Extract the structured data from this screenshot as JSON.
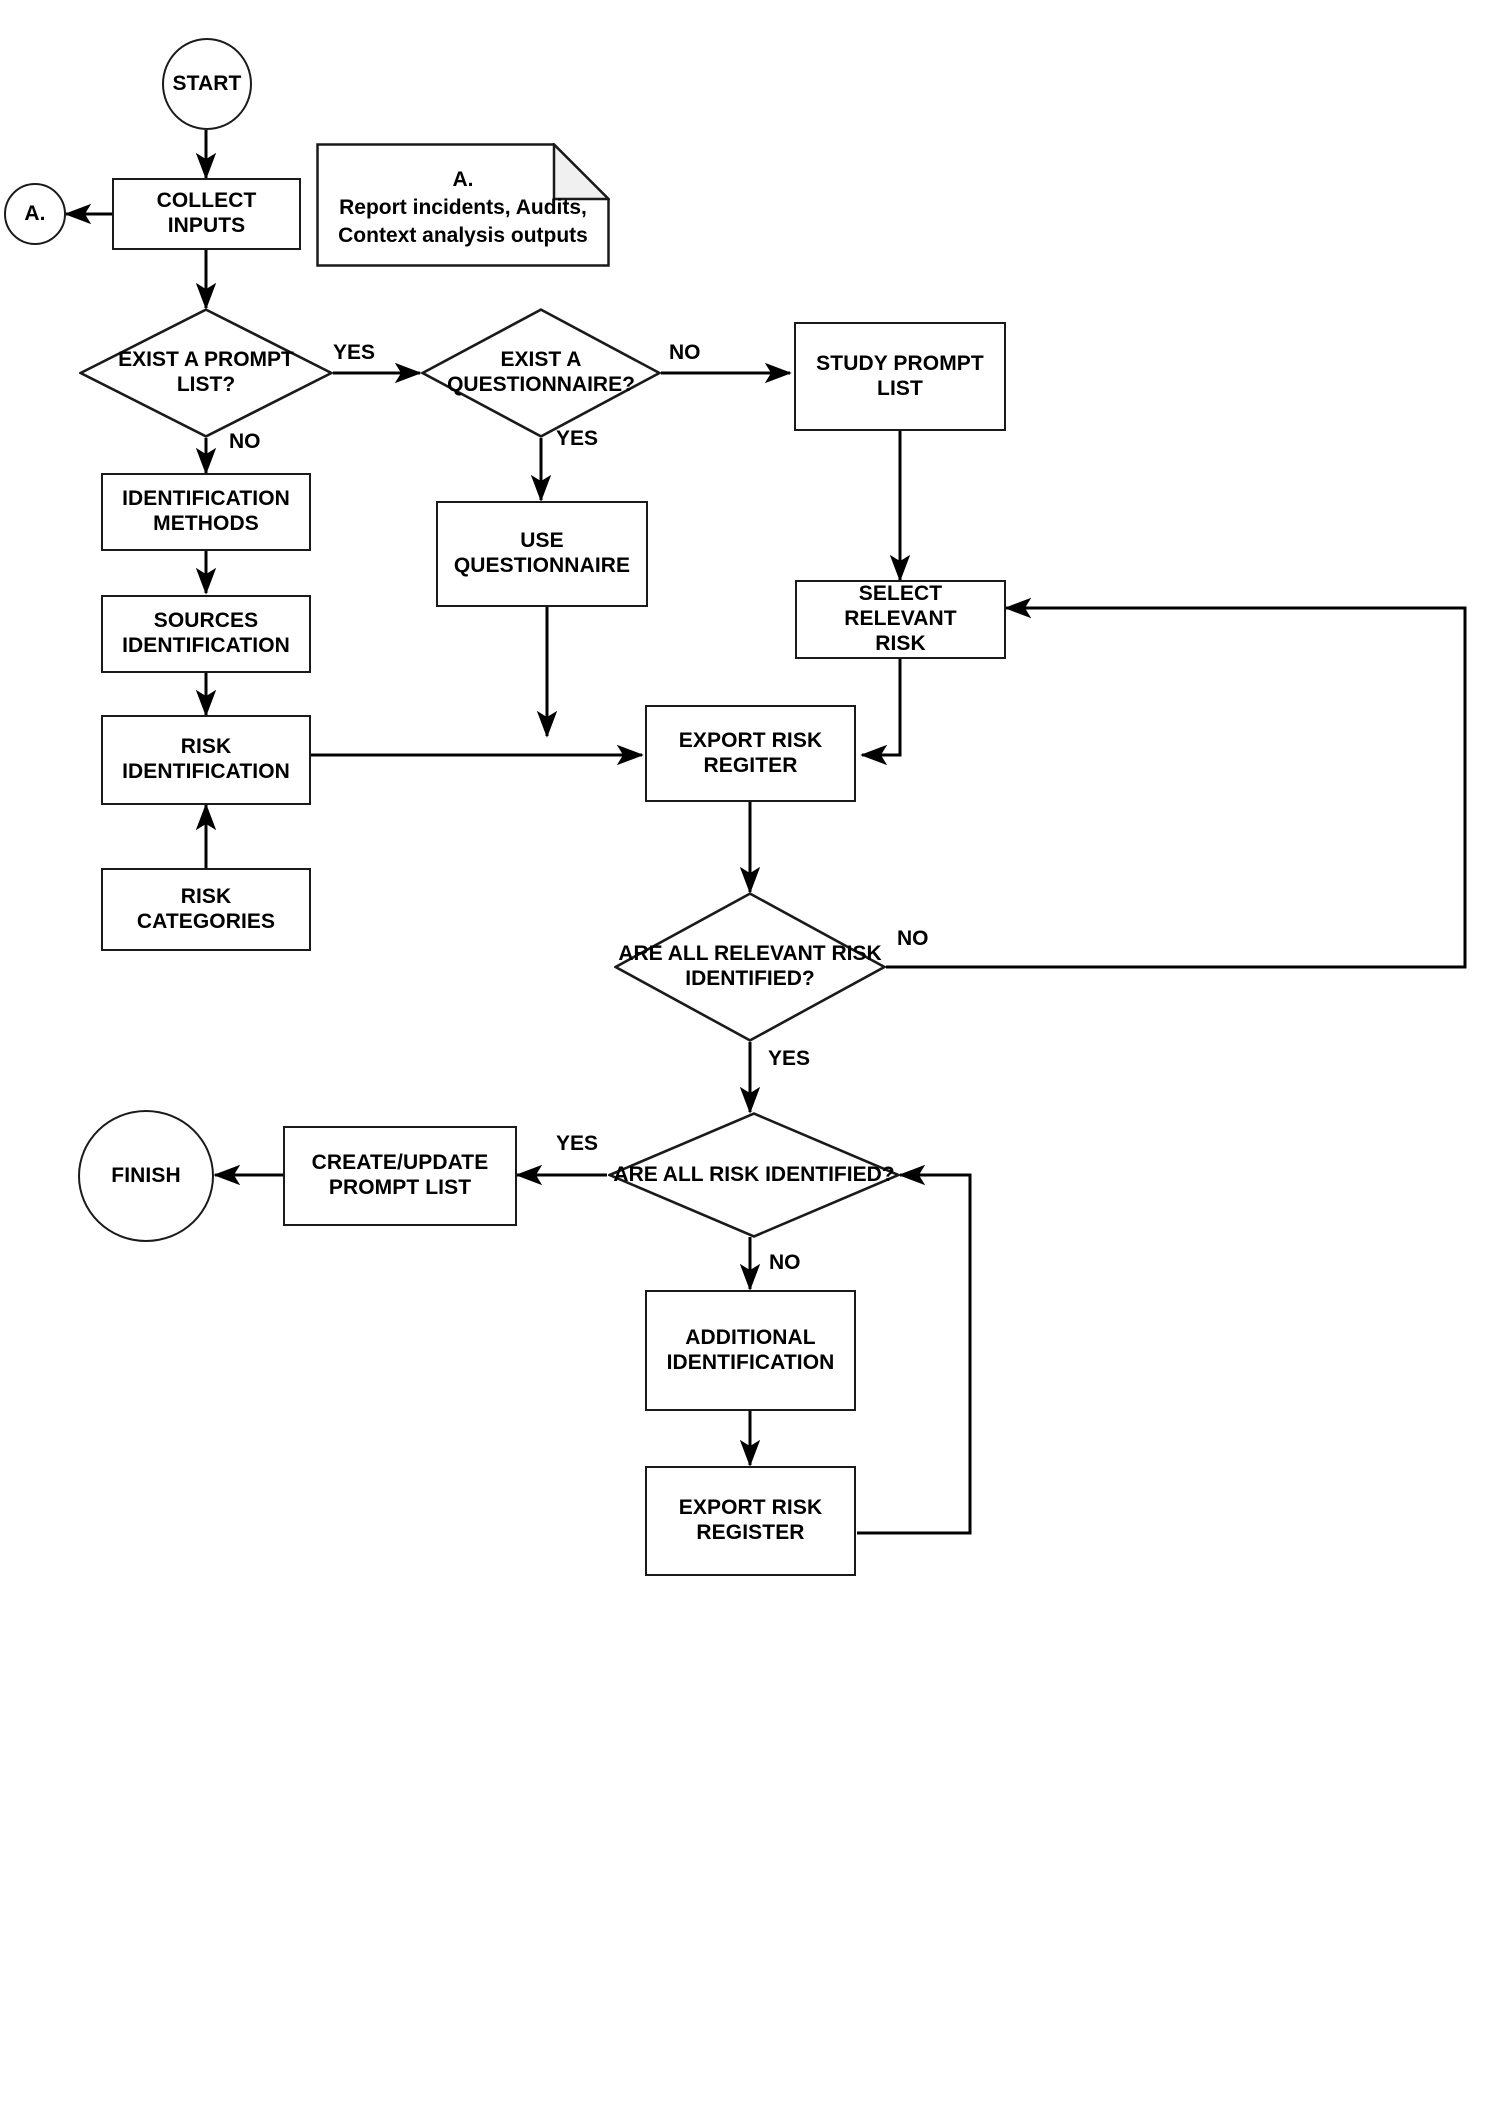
{
  "diagram": {
    "title": "Risk Identification Process Flowchart",
    "type": "flowchart",
    "stroke_color": "#1a1a1a",
    "fill_color": "#ffffff",
    "fold_fill_color": "#f0f0f0"
  },
  "nodes": {
    "start": {
      "label": "START",
      "shape": "terminator"
    },
    "connector_a_left": {
      "label": "A.",
      "shape": "connector"
    },
    "collect_inputs": {
      "line1": "COLLECT",
      "line2": "INPUTS",
      "shape": "process"
    },
    "note_a": {
      "line1": "A.",
      "line2": "Report incidents, Audits,",
      "line3": "Context analysis outputs",
      "shape": "note"
    },
    "exist_prompt_list": {
      "line1": "EXIST A PROMPT",
      "line2": "LIST?",
      "shape": "decision"
    },
    "exist_questionnaire": {
      "line1": "EXIST A",
      "line2": "QUESTIONNAIRE?",
      "shape": "decision"
    },
    "study_prompt_list": {
      "line1": "STUDY PROMPT",
      "line2": "LIST",
      "shape": "process"
    },
    "identification_methods": {
      "line1": "IDENTIFICATION",
      "line2": "METHODS",
      "shape": "process"
    },
    "use_questionnaire": {
      "line1": "USE",
      "line2": "QUESTIONNAIRE",
      "shape": "process"
    },
    "select_relevant_risk": {
      "line1": "SELECT RELEVANT",
      "line2": "RISK",
      "shape": "process"
    },
    "sources_identification": {
      "line1": "SOURCES",
      "line2": "IDENTIFICATION",
      "shape": "process"
    },
    "risk_identification": {
      "line1": "RISK",
      "line2": "IDENTIFICATION",
      "shape": "process"
    },
    "export_risk_regiter": {
      "line1": "EXPORT RISK",
      "line2": "REGITER",
      "shape": "process"
    },
    "risk_categories": {
      "line1": "RISK",
      "line2": "CATEGORIES",
      "shape": "process"
    },
    "are_all_relevant_risk_identified": {
      "line1": "ARE ALL RELEVANT RISK",
      "line2": "IDENTIFIED?",
      "shape": "decision"
    },
    "finish": {
      "label": "FINISH",
      "shape": "terminator"
    },
    "create_update_prompt_list": {
      "line1": "CREATE/UPDATE",
      "line2": "PROMPT LIST",
      "shape": "process"
    },
    "are_all_risk_identified": {
      "line1": "ARE ALL RISK IDENTIFIED?",
      "shape": "decision"
    },
    "additional_identification": {
      "line1": "ADDITIONAL",
      "line2": "IDENTIFICATION",
      "shape": "process"
    },
    "export_risk_register": {
      "line1": "EXPORT RISK",
      "line2": "REGISTER",
      "shape": "process"
    }
  },
  "edge_labels": {
    "prompt_list_yes": "YES",
    "prompt_list_no": "NO",
    "questionnaire_no": "NO",
    "questionnaire_yes": "YES",
    "relevant_risk_no": "NO",
    "relevant_risk_yes": "YES",
    "all_risk_yes": "YES",
    "all_risk_no": "NO"
  },
  "edges": [
    {
      "from": "start",
      "to": "collect_inputs",
      "label": ""
    },
    {
      "from": "collect_inputs",
      "to": "connector_a_left",
      "label": ""
    },
    {
      "from": "collect_inputs",
      "to": "exist_prompt_list",
      "label": ""
    },
    {
      "from": "exist_prompt_list",
      "to": "exist_questionnaire",
      "label": "YES"
    },
    {
      "from": "exist_prompt_list",
      "to": "identification_methods",
      "label": "NO"
    },
    {
      "from": "exist_questionnaire",
      "to": "study_prompt_list",
      "label": "NO"
    },
    {
      "from": "exist_questionnaire",
      "to": "use_questionnaire",
      "label": "YES"
    },
    {
      "from": "study_prompt_list",
      "to": "select_relevant_risk",
      "label": ""
    },
    {
      "from": "identification_methods",
      "to": "sources_identification",
      "label": ""
    },
    {
      "from": "sources_identification",
      "to": "risk_identification",
      "label": ""
    },
    {
      "from": "risk_categories",
      "to": "risk_identification",
      "label": ""
    },
    {
      "from": "risk_identification",
      "to": "export_risk_regiter",
      "label": ""
    },
    {
      "from": "use_questionnaire",
      "to": "export_risk_regiter",
      "label": ""
    },
    {
      "from": "select_relevant_risk",
      "to": "export_risk_regiter",
      "label": ""
    },
    {
      "from": "export_risk_regiter",
      "to": "are_all_relevant_risk_identified",
      "label": ""
    },
    {
      "from": "are_all_relevant_risk_identified",
      "to": "select_relevant_risk",
      "label": "NO"
    },
    {
      "from": "are_all_relevant_risk_identified",
      "to": "are_all_risk_identified",
      "label": "YES"
    },
    {
      "from": "are_all_risk_identified",
      "to": "create_update_prompt_list",
      "label": "YES"
    },
    {
      "from": "are_all_risk_identified",
      "to": "additional_identification",
      "label": "NO"
    },
    {
      "from": "create_update_prompt_list",
      "to": "finish",
      "label": ""
    },
    {
      "from": "additional_identification",
      "to": "export_risk_register",
      "label": ""
    },
    {
      "from": "export_risk_register",
      "to": "are_all_risk_identified",
      "label": ""
    }
  ]
}
